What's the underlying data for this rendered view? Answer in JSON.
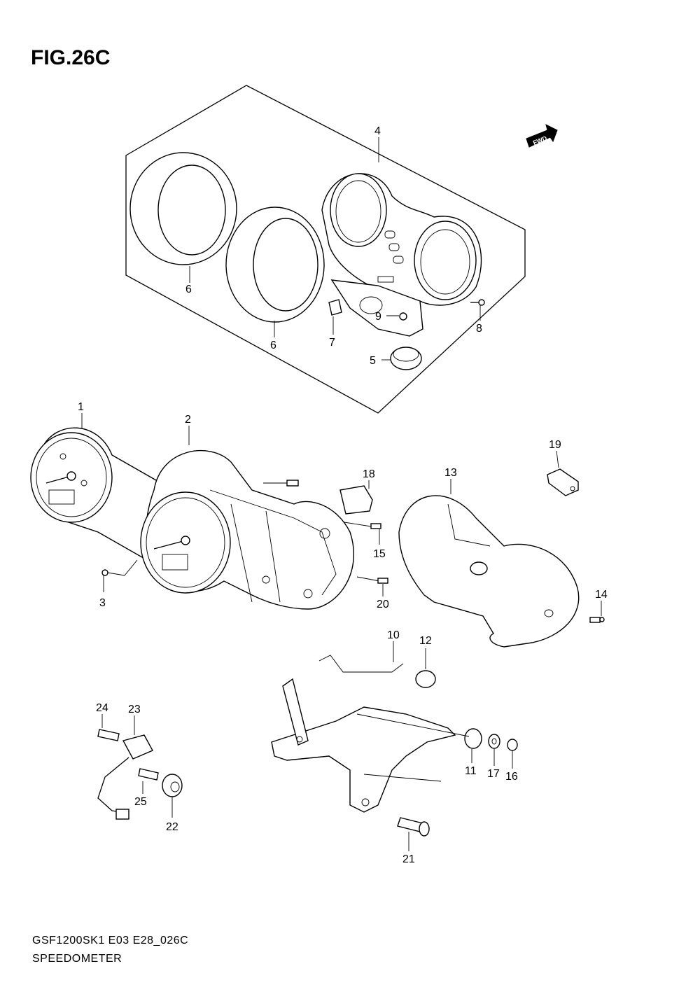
{
  "figure": {
    "title": "FIG.26C",
    "model_code": "GSF1200SK1  E03  E28_026C",
    "caption": "SPEEDOMETER",
    "fwd_label": "FWD"
  },
  "callouts": [
    "1",
    "2",
    "3",
    "4",
    "5",
    "6",
    "6",
    "7",
    "8",
    "9",
    "10",
    "11",
    "12",
    "13",
    "14",
    "15",
    "16",
    "17",
    "18",
    "19",
    "20",
    "21",
    "22",
    "23",
    "24",
    "25"
  ]
}
